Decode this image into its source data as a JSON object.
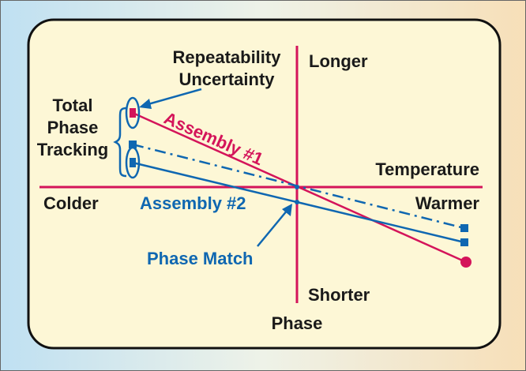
{
  "labels": {
    "repeatability_line1": "Repeatability",
    "repeatability_line2": "Uncertainty",
    "longer": "Longer",
    "total_line1": "Total",
    "total_line2": "Phase",
    "total_line3": "Tracking",
    "assembly1": "Assembly #1",
    "temperature": "Temperature",
    "colder": "Colder",
    "assembly2": "Assembly #2",
    "warmer": "Warmer",
    "phase_match": "Phase Match",
    "shorter": "Shorter",
    "phase": "Phase"
  },
  "colors": {
    "assembly1": "#d4145a",
    "assembly2": "#0f67b1",
    "text": "#1a1a1a",
    "panel": "#fdf7d6"
  }
}
